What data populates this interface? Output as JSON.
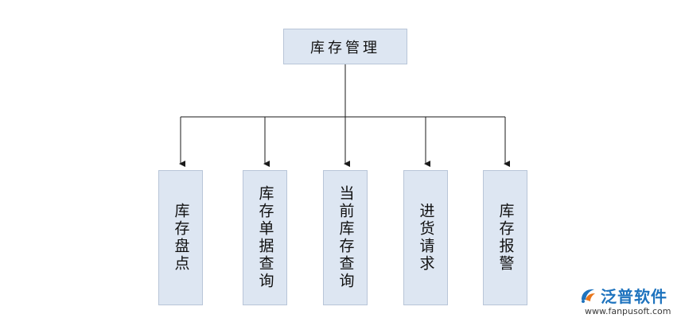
{
  "diagram": {
    "root": {
      "label": "库存管理"
    },
    "children": [
      {
        "label": "库存盘点"
      },
      {
        "label": "库存单据查询"
      },
      {
        "label": "当前库存查询"
      },
      {
        "label": "进货请求"
      },
      {
        "label": "库存报警"
      }
    ]
  },
  "watermark": {
    "brand": "泛普软件",
    "url": "www.fanpusoft.com",
    "icon": "fanpu-logo-icon"
  },
  "colors": {
    "node_fill": "#dde6f2",
    "node_border": "#b8c5d8",
    "line": "#1a1a1a",
    "brand": "#1e73be"
  }
}
